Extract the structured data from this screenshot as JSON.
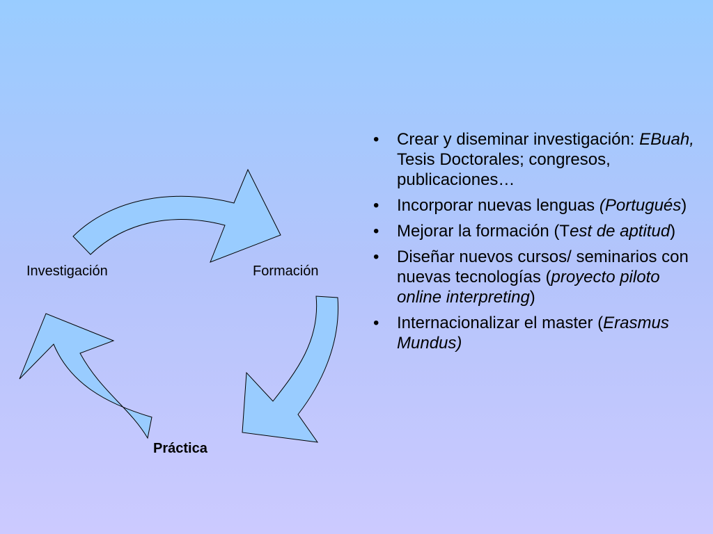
{
  "cycle": {
    "nodes": {
      "investigacion": "Investigación",
      "formacion": "Formación",
      "practica": "Práctica"
    },
    "arrow_fill": "#99ccff",
    "arrow_stroke": "#000000"
  },
  "bullets": [
    {
      "t1": "Crear y diseminar investigación: ",
      "i1": "EBuah,",
      "t2": " Tesis Doctorales;  congresos, publicaciones…"
    },
    {
      "t1": "Incorporar nuevas lenguas ",
      "i1": "(Portugués",
      "t2": ")"
    },
    {
      "t1": "Mejorar la formación (T",
      "i1": "est de aptitud",
      "t2": ")"
    },
    {
      "t1": "Diseñar nuevos cursos/ seminarios con nuevas tecnologías (",
      "i1": "proyecto piloto online interpreting",
      "t2": ")"
    },
    {
      "t1": "Internacionalizar el master (",
      "i1": "Erasmus Mundus)",
      "t2": ""
    }
  ],
  "bullet_symbol": "•"
}
